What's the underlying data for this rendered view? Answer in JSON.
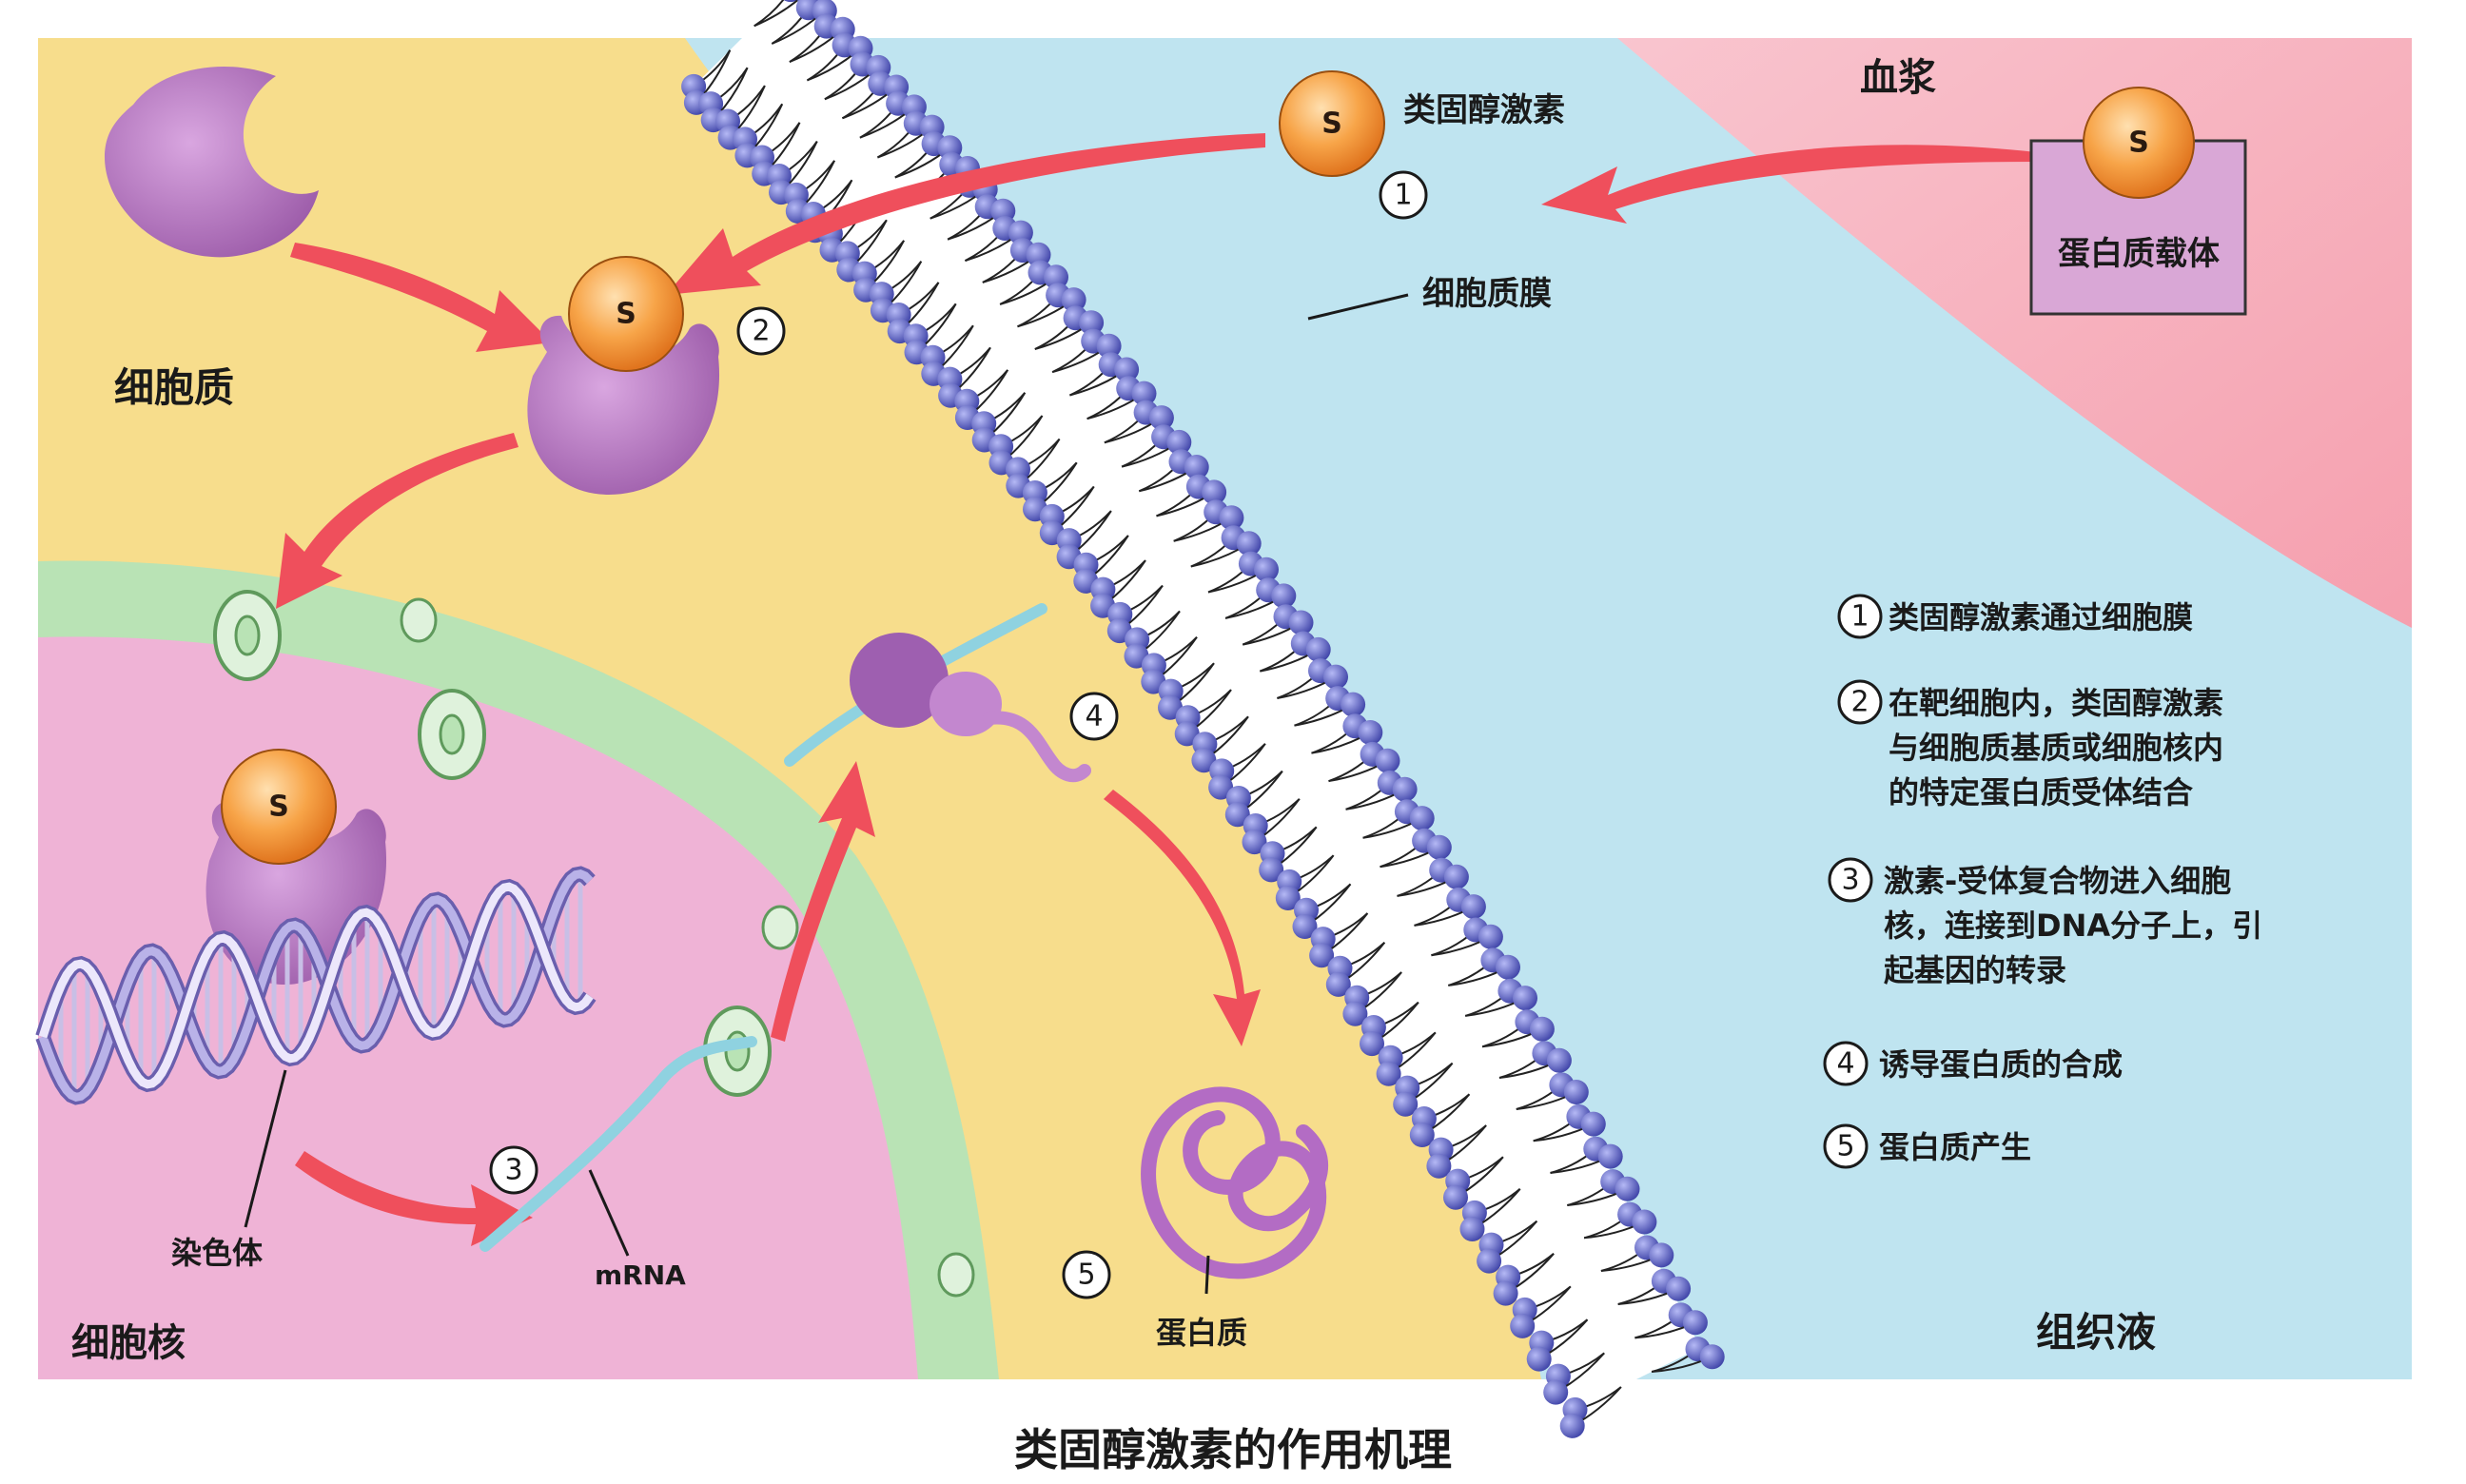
{
  "labels": {
    "steroid_hormone": "类固醇激素",
    "plasma": "血浆",
    "protein_carrier": "蛋白质载体",
    "cell_membrane": "细胞质膜",
    "cytoplasm": "细胞质",
    "nucleus": "细胞核",
    "chromosome": "染色体",
    "mrna": "mRNA",
    "protein": "蛋白质",
    "tissue_fluid": "组织液",
    "s_symbol": "S"
  },
  "step_numbers": [
    "1",
    "2",
    "3",
    "4",
    "5"
  ],
  "legend": [
    {
      "num": "1",
      "lines": [
        "类固醇激素通过细胞膜"
      ]
    },
    {
      "num": "2",
      "lines": [
        "在靶细胞内，类固醇激素",
        "与细胞质基质或细胞核内",
        "的特定蛋白质受体结合"
      ]
    },
    {
      "num": "3",
      "lines": [
        "激素-受体复合物进入细胞",
        "核，连接到DNA分子上，引",
        "起基因的转录"
      ]
    },
    {
      "num": "4",
      "lines": [
        "诱导蛋白质的合成"
      ]
    },
    {
      "num": "5",
      "lines": [
        "蛋白质产生"
      ]
    }
  ],
  "caption": "类固醇激素的作用机理",
  "colors": {
    "cytoplasm": "#f7dd8c",
    "nucleus": "#efb3d6",
    "nuclear_envelope": "#b9e3b5",
    "tissue_fluid": "#b9e3ef",
    "plasma": "#f7b9c1",
    "membrane_head": "#5a5fc4",
    "hormone": "#f59a3c",
    "receptor": "#b47ac2",
    "arrow": "#ef4f5c"
  }
}
